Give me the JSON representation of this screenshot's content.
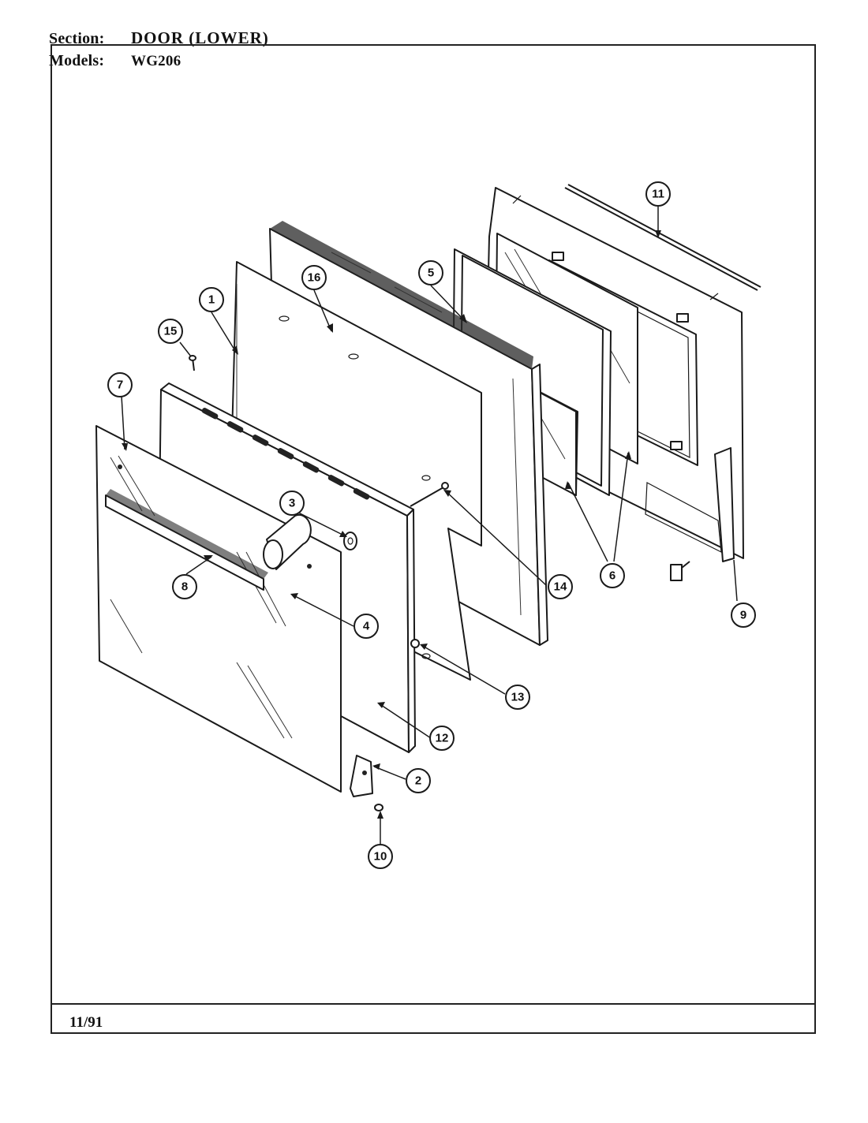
{
  "header": {
    "section_label": "Section:",
    "section_value": "DOOR (LOWER)",
    "models_label": "Models:",
    "models_value": "WG206"
  },
  "footer": {
    "date": "11/91"
  },
  "callouts": [
    "1",
    "2",
    "3",
    "4",
    "5",
    "6",
    "7",
    "8",
    "9",
    "10",
    "11",
    "12",
    "13",
    "14",
    "15",
    "16"
  ]
}
